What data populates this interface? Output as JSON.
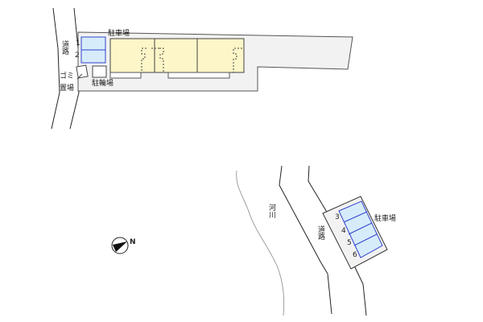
{
  "map": {
    "labels": {
      "road_top": "道路",
      "parking_top": "駐車場",
      "bicycle_parking": "駐輪場",
      "garbage_area_1": "ゴミ",
      "garbage_area_2": "置場",
      "river": "河川",
      "road_bottom": "道路",
      "parking_bottom": "駐車場"
    },
    "parking_spaces_top": [
      "1",
      "2"
    ],
    "parking_spaces_bottom": [
      "3",
      "4",
      "5",
      "6"
    ],
    "compass": {
      "north_label": "N"
    },
    "colors": {
      "lot_fill": "#f2f2f2",
      "building_fill": "#fdf6c8",
      "parking_fill": "#d6ecfb",
      "parking_stroke": "#3344cc",
      "outline": "#333333"
    }
  }
}
